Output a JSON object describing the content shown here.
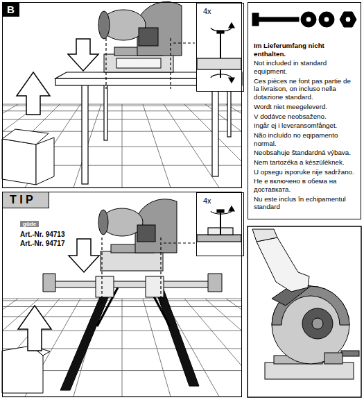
{
  "diagram": {
    "nodes": [
      {
        "text": [
          "B"
        ]
      },
      {
        "text": [
          "4x"
        ],
        "in": 0
      },
      {
        "text": [
          "T I P"
        ]
      },
      {
        "text": [
          "4x"
        ],
        "in": 2
      },
      {
        "text": [
          "Im Lieferumfang nicht enthalten.",
          "Not included in standard equipment.",
          "Ces pièces ne font pas partie de la livraison, on incluso nella dotazione standard.",
          "Wordt niet meegeleverd.",
          "V dodávce neobsaženo.",
          "Ingår ej i leveransomfånget.",
          "Não incluído no eqipamento normal.",
          "Neobsahuje štandardná výbava.",
          "Nem tartozéka a készüléknek.",
          "U opsegu isporuke nije sadržano.",
          "Не е включено в обема на доставката.",
          "Nu este inclus în echipamentul standard"
        ]
      }
    ],
    "labels": [
      "güde",
      "Art.-Nr. 94713",
      "Art.-Nr. 94717"
    ]
  }
}
